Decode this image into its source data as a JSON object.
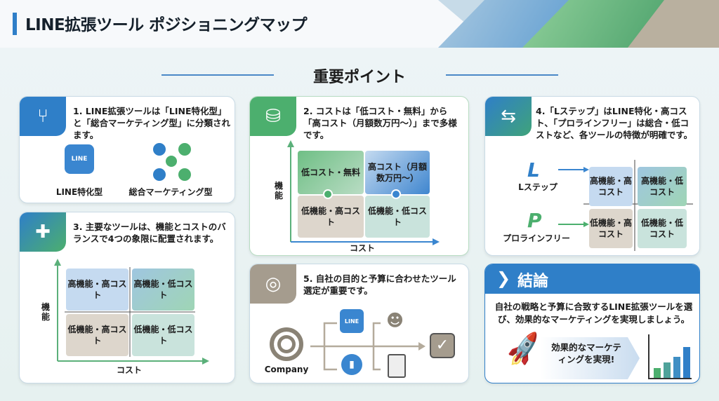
{
  "title": "LINE拡張ツール ポジショニングマップ",
  "section_title": "重要ポイント",
  "colors": {
    "blue": "#2f7fc8",
    "green": "#4caf6e",
    "taupe": "#a59c8e",
    "teal": "#3a86a8"
  },
  "card1": {
    "text": "1. LINE拡張ツールは「LINE特化型」と「総合マーケティング型」に分類されます。",
    "icon": "fork-arrows-icon",
    "items": [
      "LINE特化型",
      "総合マーケティング型"
    ],
    "line_badge": "LINE"
  },
  "card2": {
    "text": "2. コストは「低コスト・無料」から「高コスト（月額数万円〜）」まで多様です。",
    "icon": "coins-tag-icon",
    "quadrants": [
      "低コスト・無料",
      "高コスト（月額数万円〜）",
      "低機能・高コスト",
      "低機能・低コスト"
    ],
    "y_axis": "機能",
    "x_axis": "コスト"
  },
  "card3": {
    "text": "3. 主要なツールは、機能とコストのバランスで4つの象限に配置されます。",
    "icon": "quadrant-icon",
    "quadrants": [
      "高機能・高コスト",
      "高機能・低コスト",
      "低機能・高コスト",
      "低機能・低コスト"
    ],
    "y_axis": "機能",
    "x_axis": "コスト"
  },
  "card4": {
    "text": "4.「Lステップ」はLINE特化・高コスト、「プロラインフリー」は総合・低コストなど、各ツールの特徴が明確です。",
    "icon": "swap-logos-icon",
    "tools": [
      "Lステップ",
      "プロラインフリー"
    ],
    "quadrants": [
      "高機能・高コスト",
      "高機能・低コスト",
      "低機能・高コスト",
      "低機能・低コスト"
    ]
  },
  "card5": {
    "text": "5. 自社の目的と予算に合わせたツール選定が重要です。",
    "icon": "target-icon",
    "company": "Company",
    "line_badge": "LINE"
  },
  "conclusion": {
    "title": "結論",
    "text": "自社の戦略と予算に合致するLINE拡張ツールを選び、効果的なマーケティングを実現しましょう。",
    "banner": "効果的なマーケティングを実現!"
  }
}
